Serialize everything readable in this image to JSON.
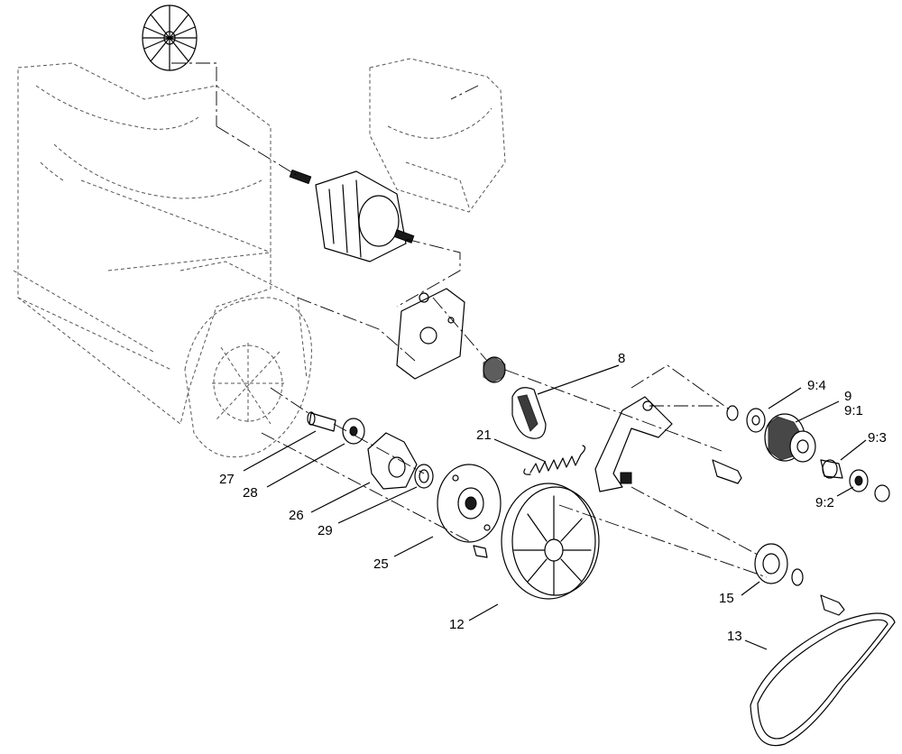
{
  "callouts": {
    "p8": "8",
    "p9_4": "9:4",
    "p9": "9",
    "p9_1": "9:1",
    "p9_3": "9:3",
    "p9_2": "9:2",
    "p21": "21",
    "p27": "27",
    "p28": "28",
    "p26": "26",
    "p29": "29",
    "p25": "25",
    "p15": "15",
    "p12": "12",
    "p13": "13"
  }
}
